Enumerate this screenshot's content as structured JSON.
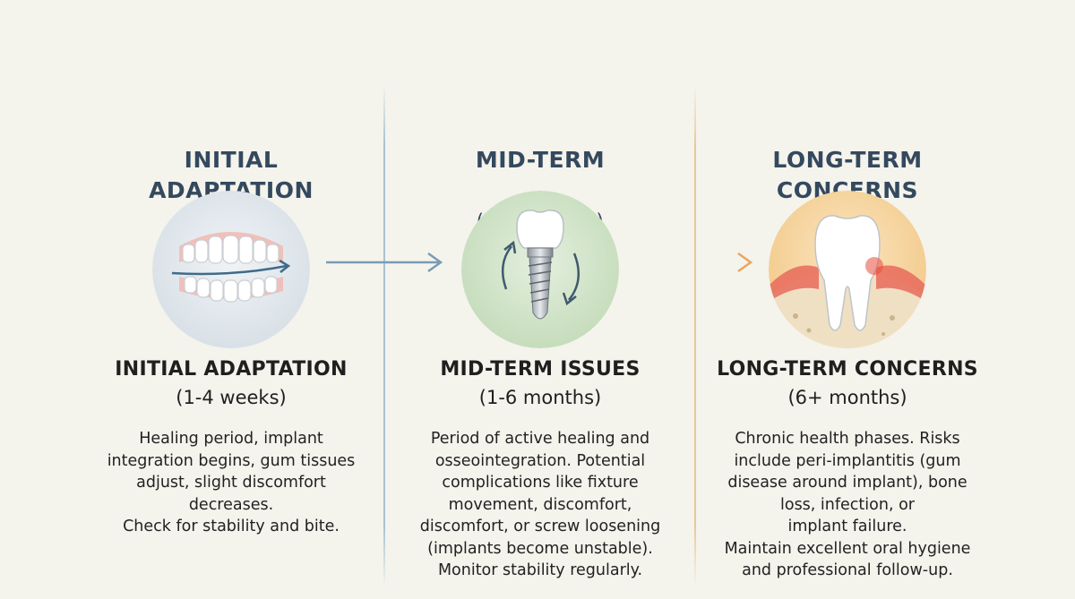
{
  "colors": {
    "background": "#f4f3ec",
    "heading": "#34495e",
    "arrow_blue": "#7a9bb4",
    "arrow_orange": "#e9a65c",
    "circle_1": "#dde4ea",
    "circle_2": "#cde2c4",
    "circle_3": "#f6d79e"
  },
  "columns": [
    {
      "heading": "INITIAL\nADAPTATION",
      "heading_sub": "",
      "icon": "dentures-icon",
      "title": "INITIAL ADAPTATION",
      "period": "(1-4 weeks)",
      "desc": [
        "Healing period, implant",
        "integration begins, gum tissues",
        "adjust, slight discomfort",
        "decreases.",
        "Check for stability and bite."
      ]
    },
    {
      "heading": "MID-TERM",
      "heading_sub": "(1-6 months)",
      "icon": "dental-implant-icon",
      "title": "MID-TERM ISSUES",
      "period": "(1-6 months)",
      "desc": [
        "Period of active healing and",
        "osseointegration. Potential",
        "complications like fixture",
        "movement, discomfort,",
        "discomfort, or screw loosening",
        "(implants become unstable).",
        "Monitor stability regularly."
      ]
    },
    {
      "heading": "LONG-TERM\nCONCERNS",
      "heading_sub": "",
      "icon": "inflamed-tooth-icon",
      "title": "LONG-TERM CONCERNS",
      "period": "(6+ months)",
      "desc": [
        "Chronic health phases. Risks",
        "include peri-implantitis (gum",
        "disease around implant), bone",
        "loss, infection, or",
        "implant failure.",
        "Maintain excellent oral hygiene",
        "and professional follow-up."
      ]
    }
  ]
}
